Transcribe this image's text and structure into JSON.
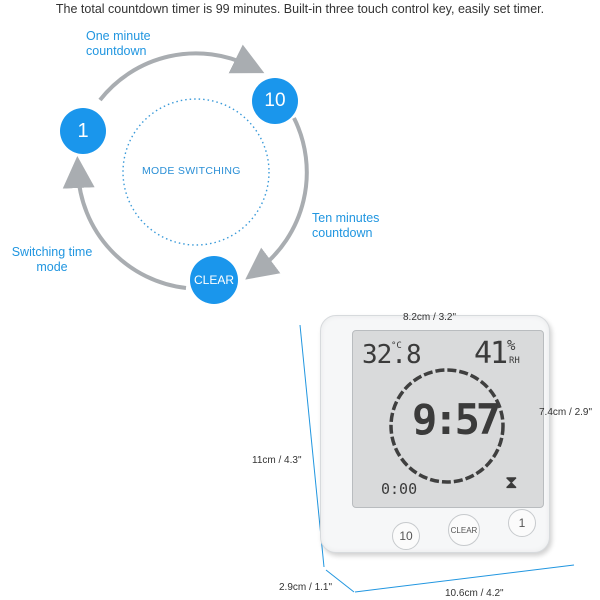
{
  "headline": "The total countdown timer is 99 minutes. Built-in three touch control key, easily set timer.",
  "diagram": {
    "badges": {
      "one": "1",
      "ten": "10",
      "clear": "CLEAR"
    },
    "center_label": "MODE SWITCHING",
    "labels": {
      "one_minute_1": "One minute",
      "one_minute_2": "countdown",
      "ten_minutes_1": "Ten minutes",
      "ten_minutes_2": "countdown",
      "switching_1": "Switching time",
      "switching_2": "mode"
    }
  },
  "dimensions": {
    "screen_width": "8.2cm / 3.2\"",
    "screen_height": "7.4cm / 2.9\"",
    "height": "11cm / 4.3\"",
    "depth": "2.9cm / 1.1\"",
    "width": "10.6cm / 4.2\""
  },
  "lcd": {
    "temperature": "32.8",
    "temp_unit": "°C",
    "humidity": "41",
    "humidity_unit": "%",
    "humidity_label": "RH",
    "time": "9:57",
    "timer": "0:00",
    "hourglass": "⧗"
  },
  "buttons": {
    "left": "10",
    "center": "CLEAR",
    "right": "1"
  },
  "colors": {
    "accent": "#1a96ec",
    "arrow": "#a9adb1",
    "lcd_bg": "#d9dadb"
  }
}
